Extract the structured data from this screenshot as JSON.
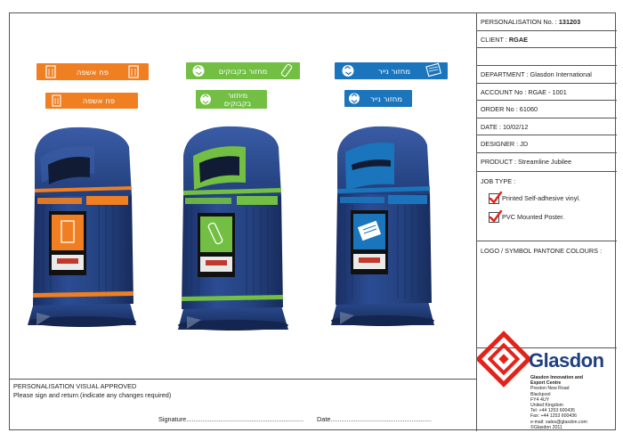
{
  "colors": {
    "orange": "#f07f22",
    "green": "#72bf44",
    "blue": "#1b75bc",
    "bin_navy": "#23407f",
    "brand_red": "#e2231a",
    "brand_navy": "#1f3f7f"
  },
  "labels": {
    "general_waste": "פח אשפה",
    "bottle_recycling": "מחזור בקבוקים",
    "bottle_recycling_line1": "מיחזור",
    "bottle_recycling_line2": "בקבוקים",
    "paper_recycling": "מחזור נייר"
  },
  "bins": [
    {
      "name": "general-waste-bin",
      "accent": "#f07f22",
      "label": "פח אשפה",
      "icon": "bin-icon"
    },
    {
      "name": "bottle-recycling-bin",
      "accent": "#72bf44",
      "label": "מחזור בקבוקים",
      "icon": "bottle-icon"
    },
    {
      "name": "paper-recycling-bin",
      "accent": "#1b75bc",
      "label": "מחזור נייר",
      "icon": "newspaper-icon"
    }
  ],
  "details": {
    "personalisation_label": "PERSONALISATION No. :",
    "personalisation_value": "131203",
    "client_label": "CLIENT :",
    "client_value": "RGAE",
    "department_label": "DEPARTMENT :",
    "department_value": "Glasdon International",
    "account_label": "ACCOUNT No :",
    "account_value": "RGAE - 1001",
    "order_label": "ORDER No :",
    "order_value": "61060",
    "date_label": "DATE :",
    "date_value": "10/02/12",
    "designer_label": "DESIGNER :",
    "designer_value": "JD",
    "product_label": "PRODUCT :",
    "product_value": "Streamline Jubilee"
  },
  "job_type": {
    "title": "JOB TYPE :",
    "option1": "Printed Self-adhesive vinyl.",
    "option1_checked": true,
    "option2": "PVC Mounted Poster.",
    "option2_checked": true
  },
  "logo_section": {
    "title": "LOGO / SYMBOL PANTONE COLOURS :"
  },
  "brand": {
    "name": "Glasdon",
    "company": "Glasdon Innovation and",
    "company2": "Export Centre",
    "address": [
      "Preston New Road",
      "Blackpool",
      "FY4 4UY",
      "United Kingdom"
    ],
    "tel": "Tel:  +44  1253 600435",
    "fax": "Fax: +44 1253 600436",
    "email": "e-mail: sales@glasdon.com",
    "copyright": "©Glasdon 2011"
  },
  "approval": {
    "title": "PERSONALISATION VISUAL APPROVED",
    "instruction": "Please sign and return (indicate any changes required)",
    "signature": "Signature.................................................................",
    "date": "Date........................................................"
  }
}
